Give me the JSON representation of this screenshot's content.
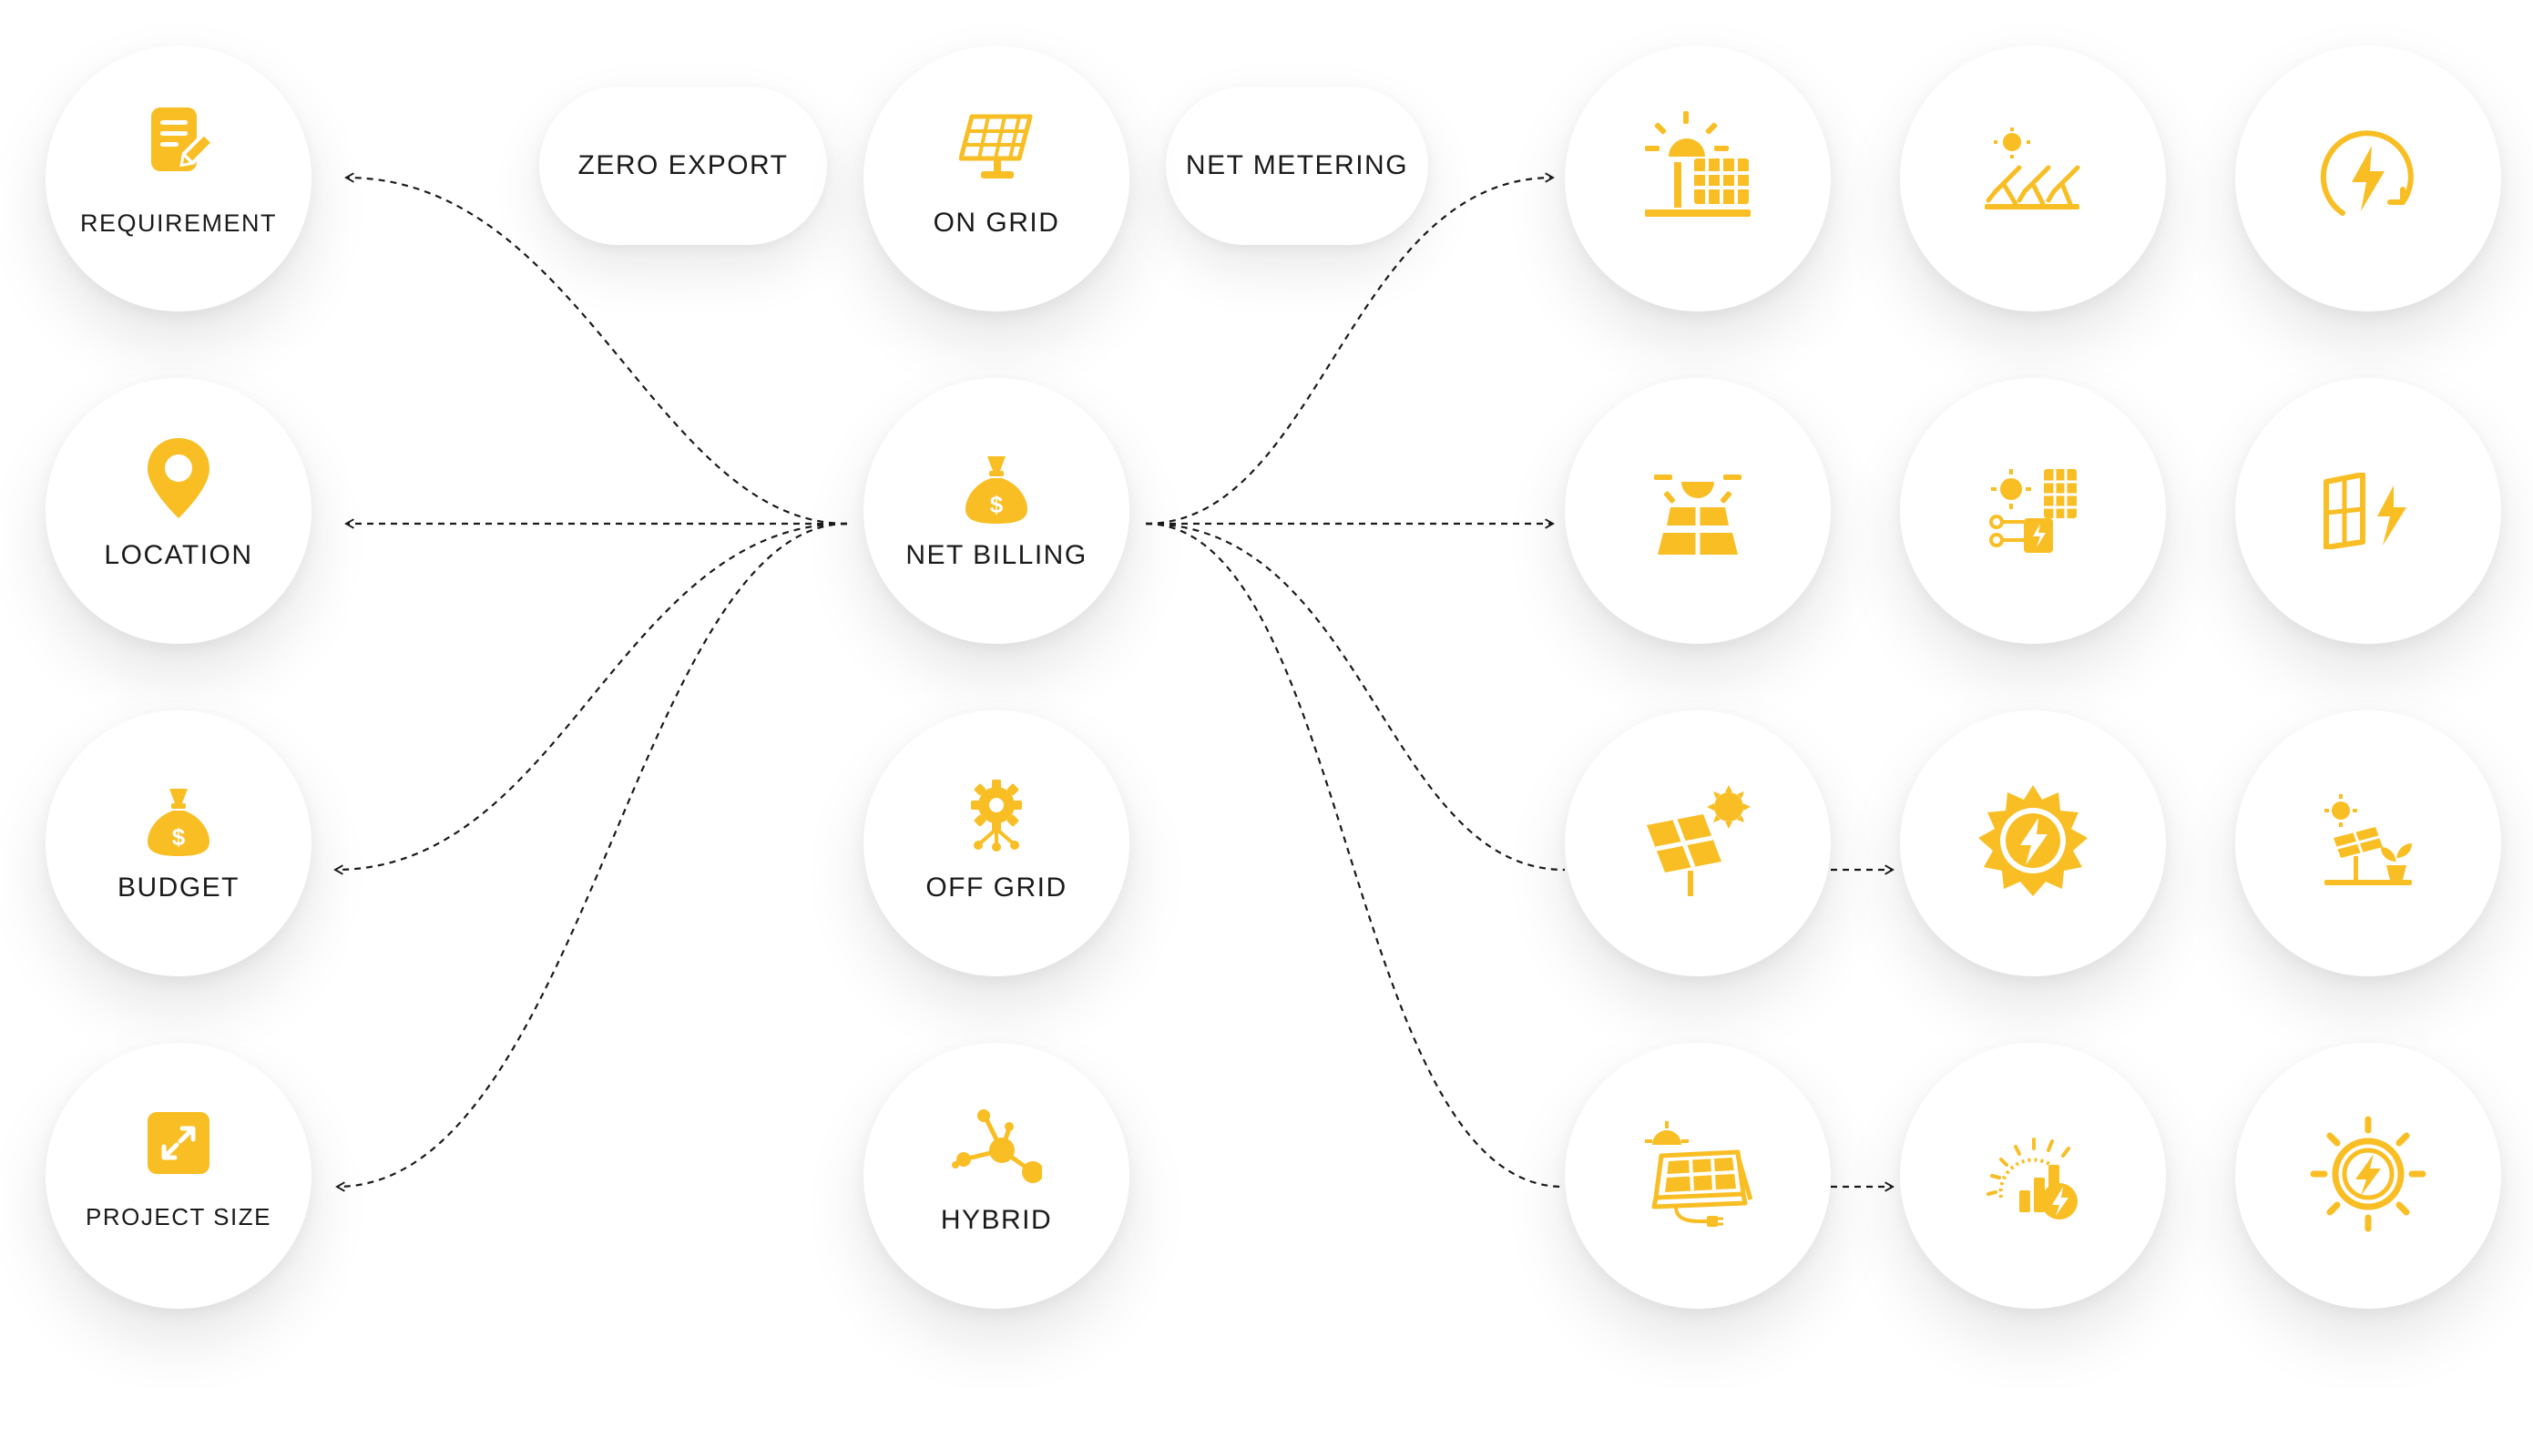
{
  "accent_color": "#F8BE24",
  "left_nodes": [
    {
      "label": "REQUIREMENT",
      "icon": "document-pen-icon"
    },
    {
      "label": "LOCATION",
      "icon": "location-pin-icon"
    },
    {
      "label": "BUDGET",
      "icon": "money-bag-icon"
    },
    {
      "label": "PROJECT SIZE",
      "icon": "expand-arrows-icon"
    }
  ],
  "pills": [
    {
      "label": "ZERO EXPORT"
    },
    {
      "label": "NET METERING"
    }
  ],
  "center_nodes": [
    {
      "label": "ON GRID",
      "icon": "solar-panel-icon"
    },
    {
      "label": "NET BILLING",
      "icon": "money-bag-icon"
    },
    {
      "label": "OFF GRID",
      "icon": "gear-network-icon"
    },
    {
      "label": "HYBRID",
      "icon": "network-nodes-icon"
    }
  ],
  "right_grid_icons": [
    [
      "sun-solar-roof-icon",
      "solar-farm-icon",
      "energy-cycle-icon"
    ],
    [
      "sun-panel-field-icon",
      "solar-battery-icon",
      "panel-bolt-icon"
    ],
    [
      "solar-panel-sun-icon",
      "sun-bolt-badge-icon",
      "solar-plant-icon"
    ],
    [
      "solar-laptop-panel-icon",
      "solar-gauge-bolt-icon",
      "sun-bolt-icon"
    ]
  ]
}
